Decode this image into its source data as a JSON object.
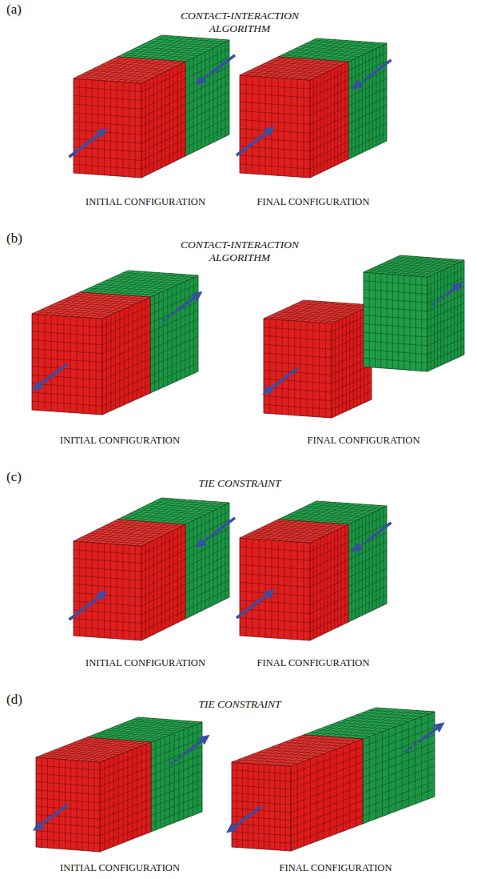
{
  "diagram": {
    "labels": [
      "(a)",
      "CONTACT-INTERACTION ALGORITHM",
      "INITIAL CONFIGURATION",
      "FINAL CONFIGURATION",
      "(b)",
      "CONTACT-INTERACTION ALGORITHM",
      "INITIAL CONFIGURATION",
      "FINAL CONFIGURATION",
      "(c)",
      "TIE CONSTRAINT",
      "INITIAL CONFIGURATION",
      "FINAL CONFIGURATION",
      "(d)",
      "TIE CONSTRAINT",
      "INITIAL CONFIGURATION",
      "FINAL CONFIGURATION"
    ]
  }
}
